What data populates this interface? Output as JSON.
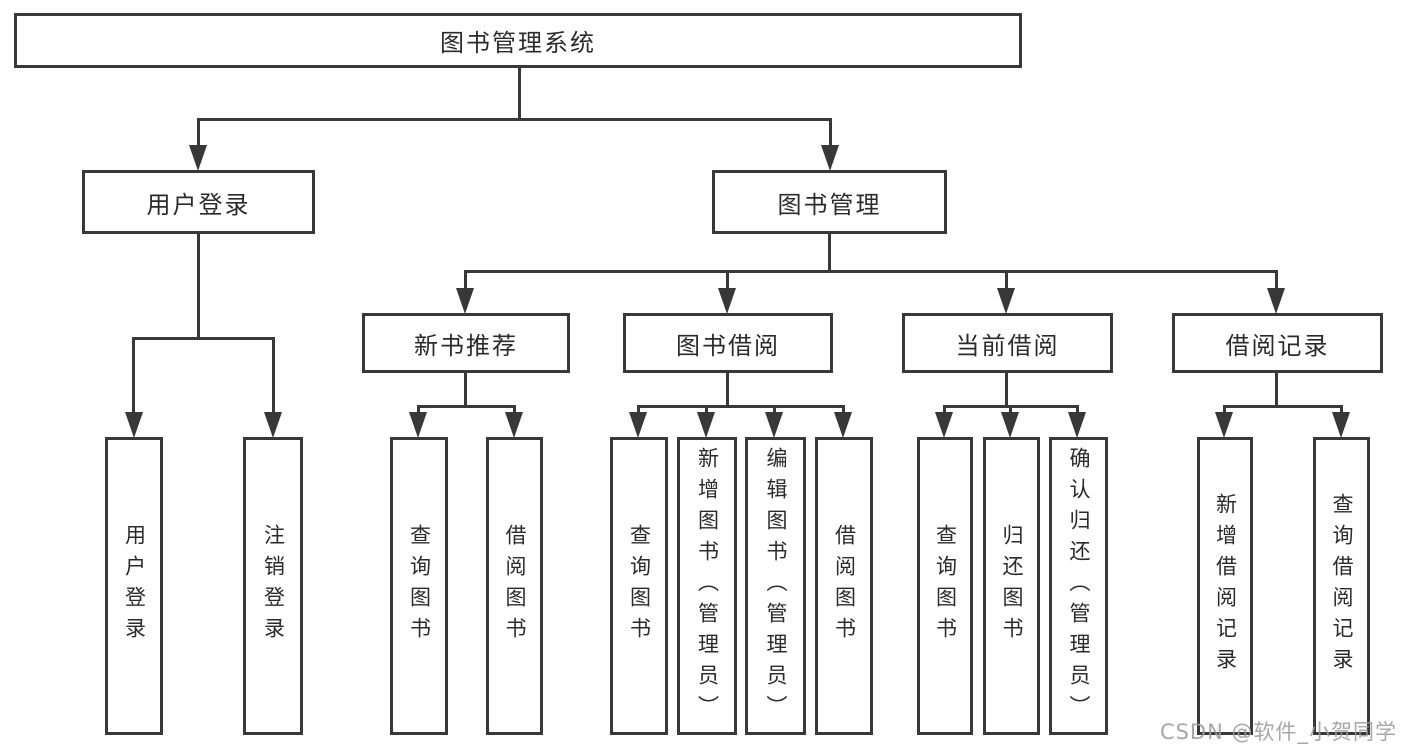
{
  "diagram_title": "图书管理系统",
  "tree": {
    "label": "图书管理系统",
    "children": [
      {
        "label": "用户登录",
        "children": [
          {
            "label": "用户登录"
          },
          {
            "label": "注销登录"
          }
        ]
      },
      {
        "label": "图书管理",
        "children": [
          {
            "label": "新书推荐",
            "children": [
              {
                "label": "查询图书"
              },
              {
                "label": "借阅图书"
              }
            ]
          },
          {
            "label": "图书借阅",
            "children": [
              {
                "label": "查询图书"
              },
              {
                "label": "新增图书（管理员）"
              },
              {
                "label": "编辑图书（管理员）"
              },
              {
                "label": "借阅图书"
              }
            ]
          },
          {
            "label": "当前借阅",
            "children": [
              {
                "label": "查询图书"
              },
              {
                "label": "归还图书"
              },
              {
                "label": "确认归还（管理员）"
              }
            ]
          },
          {
            "label": "借阅记录",
            "children": [
              {
                "label": "新增借阅记录"
              },
              {
                "label": "查询借阅记录"
              }
            ]
          }
        ]
      }
    ]
  },
  "watermark": {
    "text": "CSDN @软件_小贺同学"
  },
  "colors": {
    "line": "#383838",
    "text": "#2b2b2b",
    "background": "#ffffff",
    "watermark": "#9e9e9e"
  }
}
